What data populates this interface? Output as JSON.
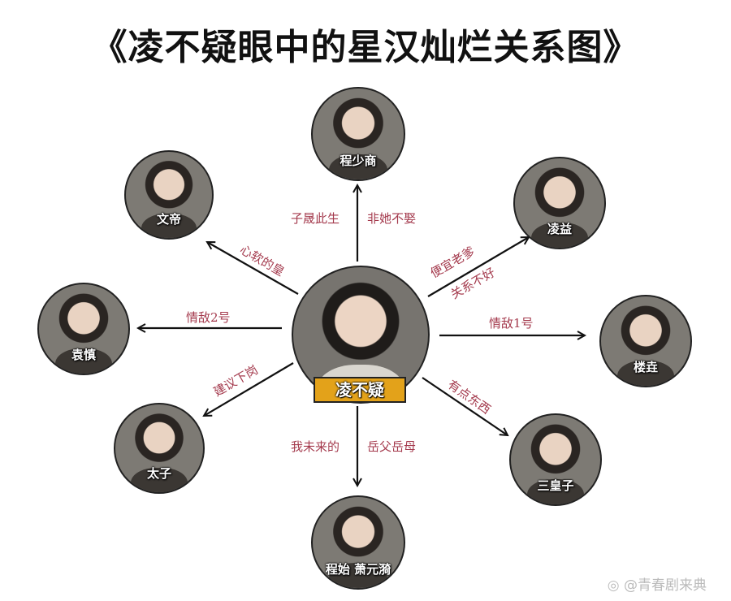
{
  "title": "《凌不疑眼中的星汉灿烂关系图》",
  "center": {
    "name": "凌不疑",
    "tag_color": "#e3a21a"
  },
  "nodes": {
    "cheng_shaoshang": "程少商",
    "wendi": "文帝",
    "ling_yi": "凌益",
    "yuan_shen": "袁慎",
    "lou_yao": "楼垚",
    "taizi": "太子",
    "san_huangzi": "三皇子",
    "parents": "程始 萧元漪"
  },
  "relations": {
    "cheng_a": "子晟此生",
    "cheng_b": "非她不娶",
    "wendi": "心软的皇",
    "lingyi_a": "便宜老爹",
    "lingyi_b": "关系不好",
    "yuanshen": "情敌2号",
    "louyao": "情敌1号",
    "taizi": "建议下岗",
    "sanhuangzi": "有点东西",
    "parents_a": "我未来的",
    "parents_b": "岳父岳母"
  },
  "label_color": "#a43a4d",
  "watermark": "@青春剧来典"
}
